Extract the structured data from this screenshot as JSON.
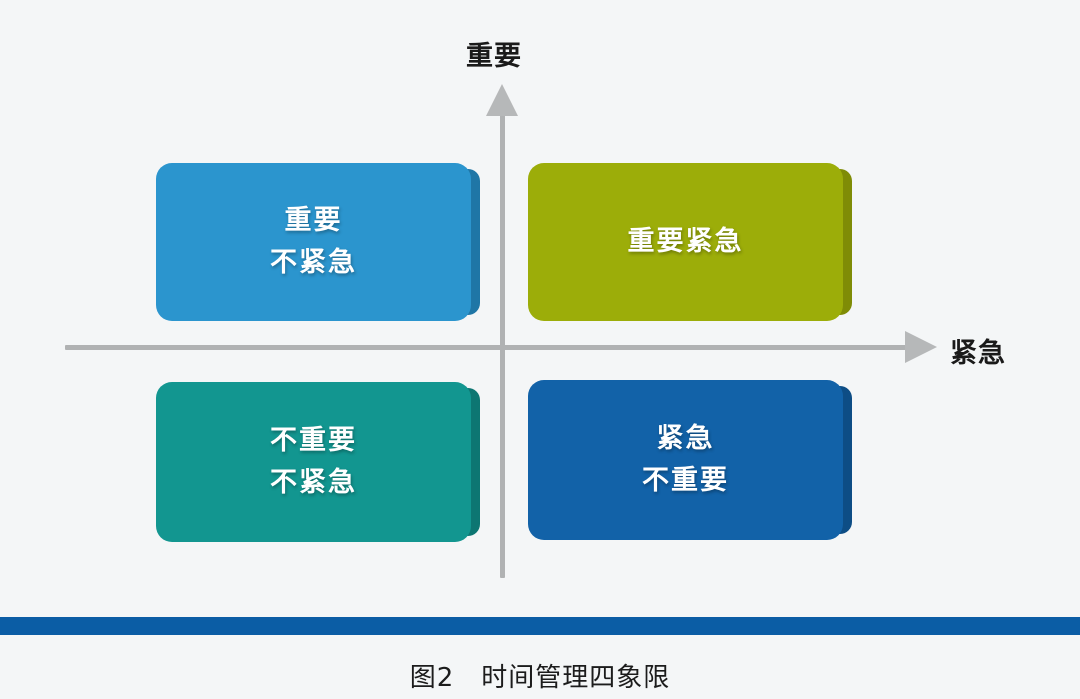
{
  "figure": {
    "background_color": "#f4f6f7",
    "caption": "图2　时间管理四象限",
    "bottom_bar_color": "#0b5da5"
  },
  "axes": {
    "line_color": "#b0b2b3",
    "vertical": {
      "label": "重要",
      "arrow": "arrow-up"
    },
    "horizontal": {
      "label": "紧急",
      "arrow": "arrow-right"
    }
  },
  "quadrants": [
    {
      "id": "important-not-urgent",
      "position": "top-left",
      "lines": [
        "重要",
        "不紧急"
      ],
      "color": "#2b95ce",
      "bevel_color": "#1f76a6",
      "text_color": "#ffffff"
    },
    {
      "id": "important-urgent",
      "position": "top-right",
      "lines": [
        "重要紧急"
      ],
      "color": "#9cad09",
      "bevel_color": "#7f8c06",
      "text_color": "#ffffff"
    },
    {
      "id": "not-important-not-urgent",
      "position": "bottom-left",
      "lines": [
        "不重要",
        "不紧急"
      ],
      "color": "#129690",
      "bevel_color": "#0d7672",
      "text_color": "#ffffff"
    },
    {
      "id": "urgent-not-important",
      "position": "bottom-right",
      "lines": [
        "紧急",
        "不重要"
      ],
      "color": "#1262a8",
      "bevel_color": "#0d4d85",
      "text_color": "#ffffff"
    }
  ],
  "chart_data": {
    "type": "diagram",
    "title": "图2　时间管理四象限",
    "xlabel": "紧急",
    "ylabel": "重要",
    "categories": [
      "重要 不紧急",
      "重要紧急",
      "不重要 不紧急",
      "紧急 不重要"
    ],
    "quadrant_map": {
      "top-left": "重要 / 不紧急",
      "top-right": "重要紧急",
      "bottom-left": "不重要 / 不紧急",
      "bottom-right": "紧急 / 不重要"
    },
    "legend": [],
    "grid": false
  }
}
